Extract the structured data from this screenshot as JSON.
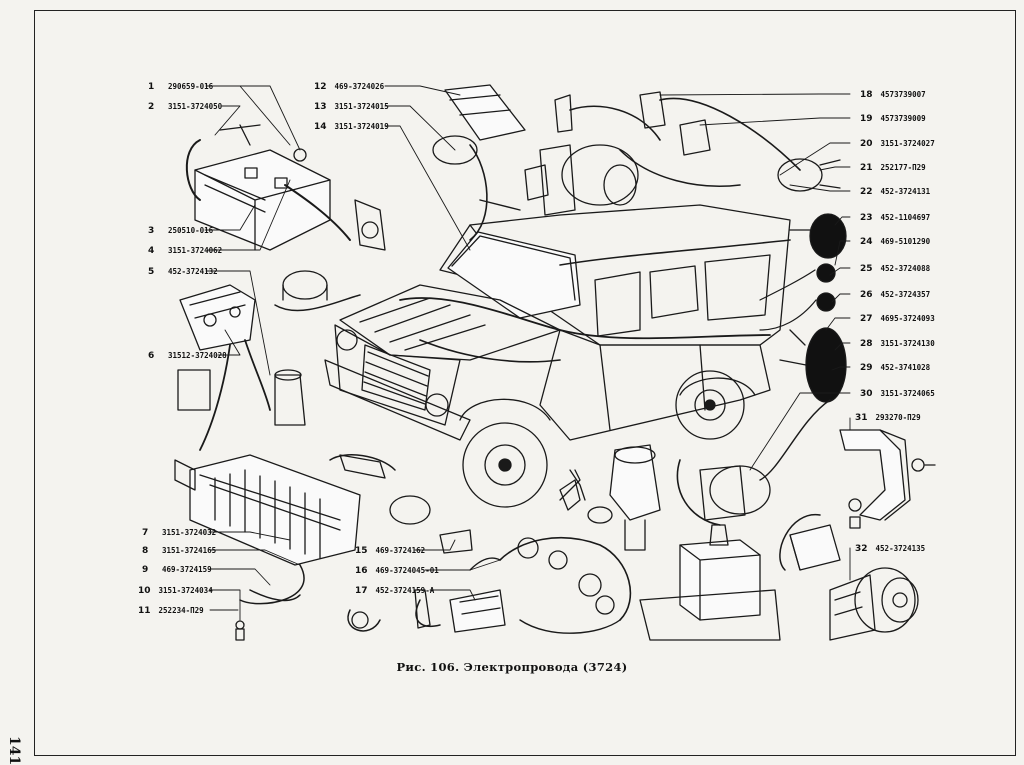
{
  "page": {
    "number": "141",
    "caption": "Рис. 106. Электропровода (3724)"
  },
  "callouts": [
    {
      "num": "1",
      "part": "290659-016"
    },
    {
      "num": "2",
      "part": "3151-3724050"
    },
    {
      "num": "3",
      "part": "250510-016"
    },
    {
      "num": "4",
      "part": "3151-3724062"
    },
    {
      "num": "5",
      "part": "452-3724132"
    },
    {
      "num": "6",
      "part": "31512-3724028"
    },
    {
      "num": "7",
      "part": "3151-3724032"
    },
    {
      "num": "8",
      "part": "3151-3724165"
    },
    {
      "num": "9",
      "part": "469-3724159"
    },
    {
      "num": "10",
      "part": "3151-3724034"
    },
    {
      "num": "11",
      "part": "252234-П29"
    },
    {
      "num": "12",
      "part": "469-3724026"
    },
    {
      "num": "13",
      "part": "3151-3724015"
    },
    {
      "num": "14",
      "part": "3151-3724019"
    },
    {
      "num": "15",
      "part": "469-3724162"
    },
    {
      "num": "16",
      "part": "469-3724045-01"
    },
    {
      "num": "17",
      "part": "452-3724159-А"
    },
    {
      "num": "18",
      "part": "4573739007"
    },
    {
      "num": "19",
      "part": "4573739009"
    },
    {
      "num": "20",
      "part": "3151-3724027"
    },
    {
      "num": "21",
      "part": "252177-П29"
    },
    {
      "num": "22",
      "part": "452-3724131"
    },
    {
      "num": "23",
      "part": "452-1104697"
    },
    {
      "num": "24",
      "part": "469-5101290"
    },
    {
      "num": "25",
      "part": "452-3724088"
    },
    {
      "num": "26",
      "part": "452-3724357"
    },
    {
      "num": "27",
      "part": "4695-3724093"
    },
    {
      "num": "28",
      "part": "3151-3724130"
    },
    {
      "num": "29",
      "part": "452-3741028"
    },
    {
      "num": "30",
      "part": "3151-3724065"
    },
    {
      "num": "31",
      "part": "293270-П29"
    },
    {
      "num": "32",
      "part": "452-3724135"
    }
  ],
  "colors": {
    "ink": "#1a1a1a",
    "paper": "#f4f3ef"
  }
}
